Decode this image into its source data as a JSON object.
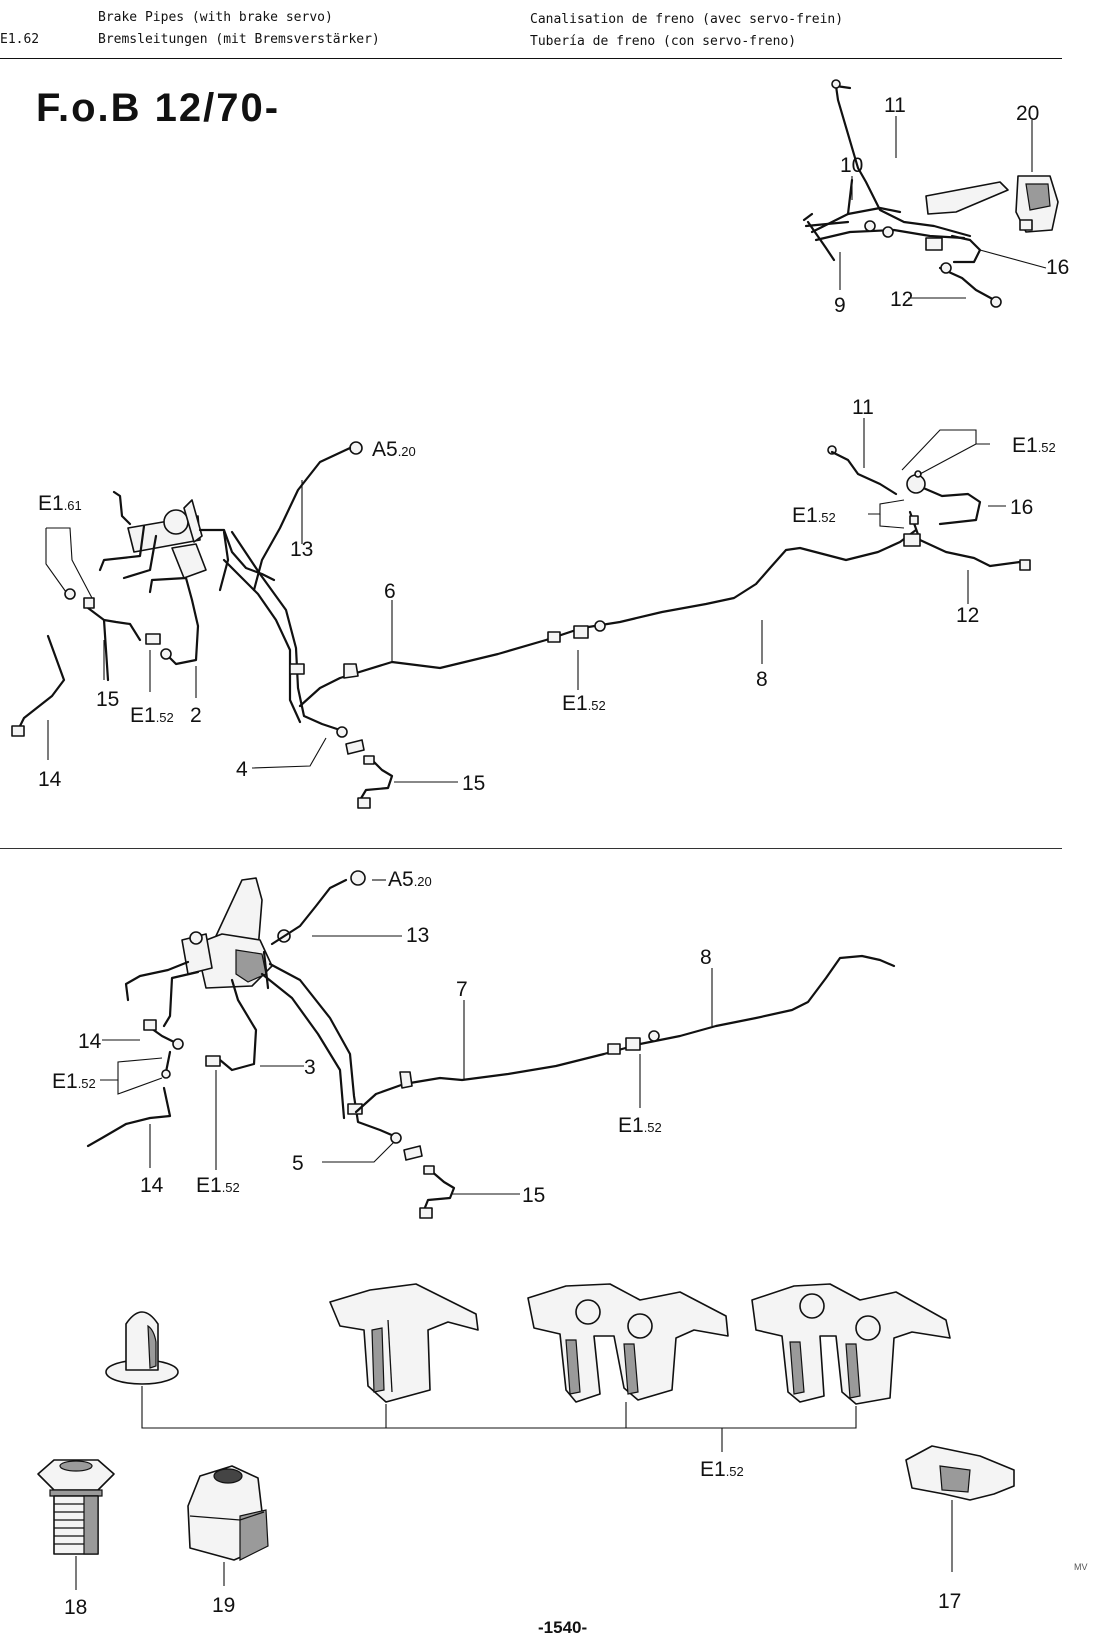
{
  "header": {
    "code": "E1.62",
    "title_en": "Brake Pipes (with brake servo)",
    "title_de": "Bremsleitungen (mit Bremsverstärker)",
    "title_fr": "Canalisation de freno (avec servo-frein)",
    "title_es": "Tubería de freno (con servo-freno)"
  },
  "model_range": "F.o.B 12/70-",
  "page_number": "-1540-",
  "corner_mark": "MV",
  "callouts": {
    "inset": {
      "n11": "11",
      "n10": "10",
      "n20": "20",
      "n16": "16",
      "n9": "9",
      "n12": "12"
    },
    "upper": {
      "e161_main": "E1",
      "e161_sub": ".61",
      "a520_main": "A5",
      "a520_sub": ".20",
      "n13": "13",
      "n6": "6",
      "n11": "11",
      "e152a_main": "E1",
      "e152a_sub": ".52",
      "e152b_main": "E1",
      "e152b_sub": ".52",
      "n16": "16",
      "n12": "12",
      "n8": "8",
      "e152c_main": "E1",
      "e152c_sub": ".52",
      "n15a": "15",
      "e152d_main": "E1",
      "e152d_sub": ".52",
      "n2": "2",
      "n14": "14",
      "n4": "4",
      "n15b": "15"
    },
    "lower": {
      "a520_main": "A5",
      "a520_sub": ".20",
      "n13": "13",
      "n8": "8",
      "n7": "7",
      "n14a": "14",
      "e152a_main": "E1",
      "e152a_sub": ".52",
      "n3": "3",
      "e152b_main": "E1",
      "e152b_sub": ".52",
      "n5": "5",
      "n15": "15",
      "n14b": "14",
      "e152c_main": "E1",
      "e152c_sub": ".52"
    },
    "parts": {
      "e152_main": "E1",
      "e152_sub": ".52",
      "n18": "18",
      "n19": "19",
      "n17": "17"
    }
  }
}
